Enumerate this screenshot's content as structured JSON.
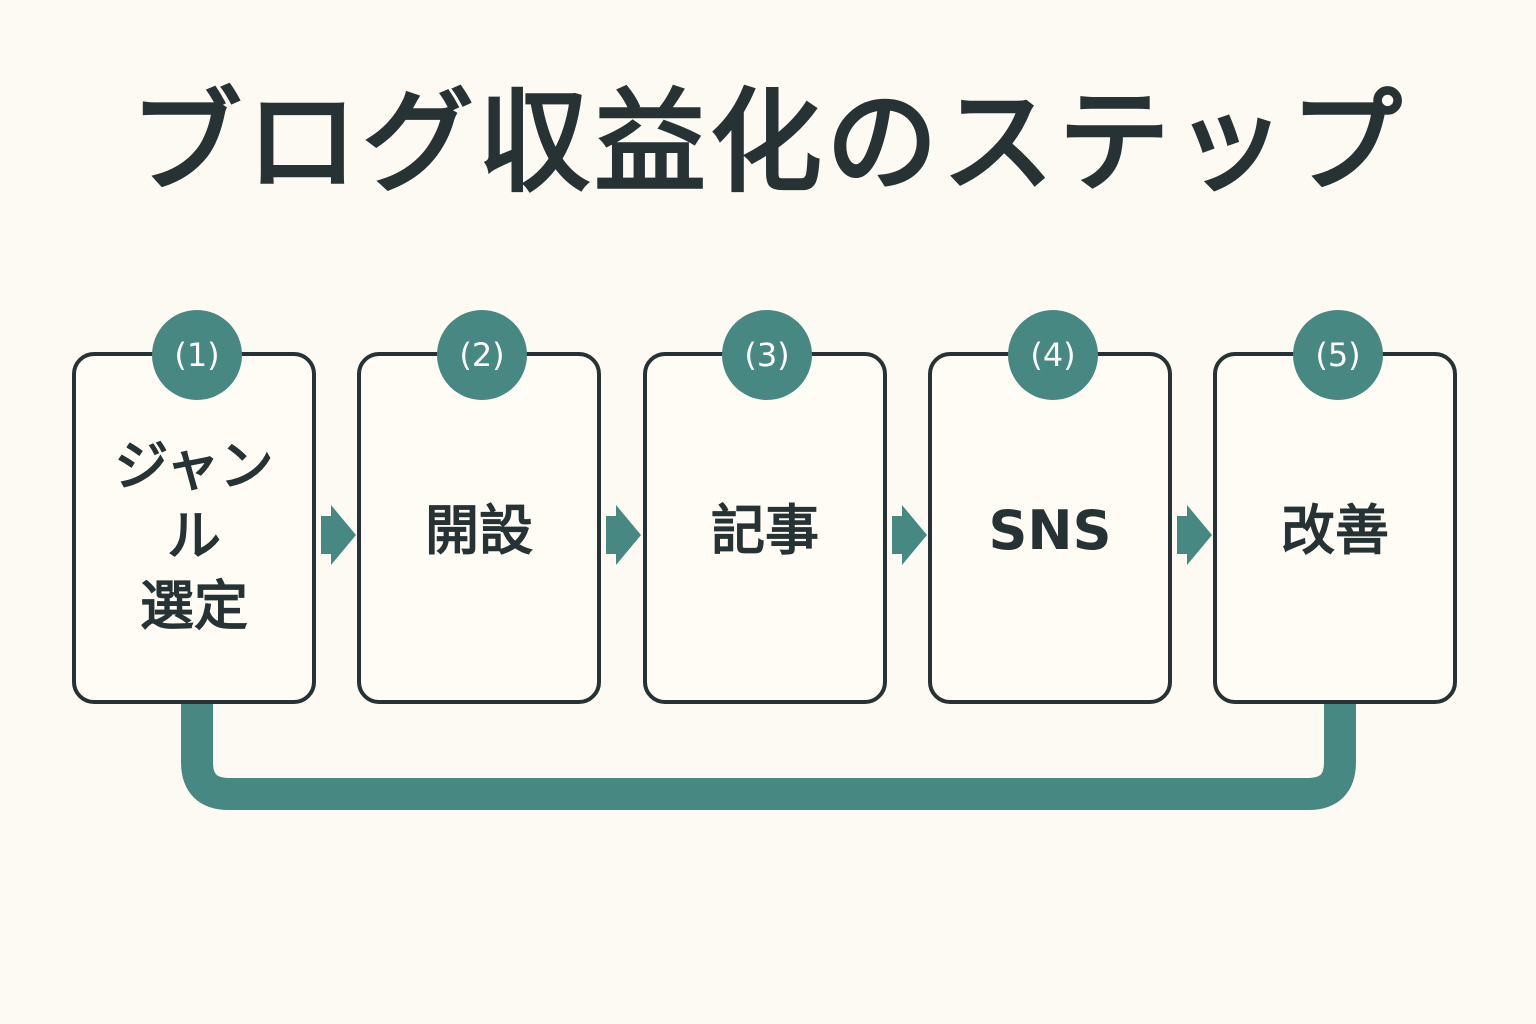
{
  "title": "ブログ収益化のステップ",
  "colors": {
    "background": "#fcfaf2",
    "accent": "#478982",
    "text": "#263234",
    "border": "#263234"
  },
  "steps": [
    {
      "number": "(1)",
      "label": "ジャンル\n選定"
    },
    {
      "number": "(2)",
      "label": "開設"
    },
    {
      "number": "(3)",
      "label": "記事"
    },
    {
      "number": "(4)",
      "label": "SNS"
    },
    {
      "number": "(5)",
      "label": "改善"
    }
  ]
}
